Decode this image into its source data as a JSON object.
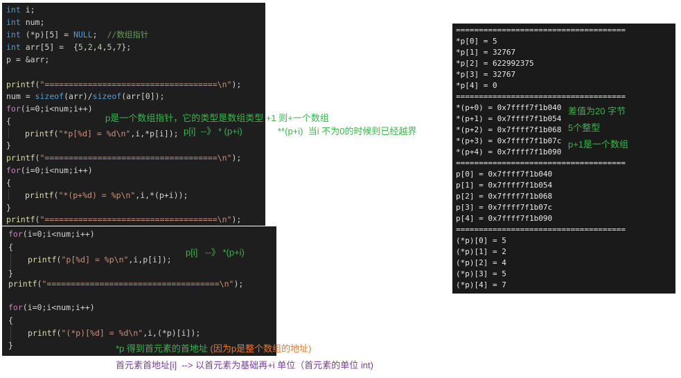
{
  "code_top": {
    "l1": {
      "kw": "int",
      "rest": " i;"
    },
    "l2": {
      "kw": "int",
      "rest": " num;"
    },
    "l3": {
      "kw": "int",
      "a": " (*p)[5] = ",
      "null": "NULL",
      "b": ";  ",
      "cmt": "//数组指针"
    },
    "l4": {
      "kw": "int",
      "a": " arr[5] =  {",
      "n1": "5",
      "c1": ",",
      "n2": "2",
      "c2": ",",
      "n3": "4",
      "c3": ",",
      "n4": "5",
      "c4": ",",
      "n5": "7",
      "b": "};"
    },
    "l5": {
      "text": "p = &arr;"
    },
    "l6": {
      "fn": "printf",
      "a": "(",
      "str": "\"====================================\\n\"",
      "b": ");"
    },
    "l7": {
      "a": "num = ",
      "kw1": "sizeof",
      "b": "(arr)/",
      "kw2": "sizeof",
      "c": "(arr[0]);"
    },
    "l8": {
      "ctl": "for",
      "rest": "(i=0;i<num;i++)"
    },
    "l9": {
      "text": "{"
    },
    "l10": {
      "fn": "printf",
      "a": "(",
      "str": "\"*p[%d] = %d\\n\"",
      "b": ",i,*p[i]);"
    },
    "l11": {
      "text": "}"
    },
    "l12": {
      "fn": "printf",
      "a": "(",
      "str": "\"====================================\\n\"",
      "b": ");"
    },
    "l13": {
      "ctl": "for",
      "rest": "(i=0;i<num;i++)"
    },
    "l14": {
      "text": "{"
    },
    "l15": {
      "fn": "printf",
      "a": "(",
      "str": "\"*(p+%d) = %p\\n\"",
      "b": ",i,*(p+i));"
    },
    "l16": {
      "text": "}"
    },
    "l17": {
      "fn": "printf",
      "a": "(",
      "str": "\"====================================\\n\"",
      "b": ");"
    }
  },
  "code_bottom": {
    "l1": {
      "ctl": "for",
      "rest": "(i=0;i<num;i++)"
    },
    "l2": {
      "text": "{"
    },
    "l3": {
      "fn": "printf",
      "a": "(",
      "str": "\"p[%d] = %p\\n\"",
      "b": ",i,p[i]);"
    },
    "l4": {
      "text": "}"
    },
    "l5": {
      "fn": "printf",
      "a": "(",
      "str": "\"====================================\\n\"",
      "b": ");"
    },
    "l6": {
      "ctl": "for",
      "rest": "(i=0;i<num;i++)"
    },
    "l7": {
      "text": "{"
    },
    "l8": {
      "fn": "printf",
      "a": "(",
      "str": "\"(*p)[%d] = %d\\n\"",
      "b": ",i,(*p)[i]);"
    },
    "l9": {
      "text": "}"
    }
  },
  "terminal": [
    "=====================================",
    "*p[0] = 5",
    "*p[1] = 32767",
    "*p[2] = 622992375",
    "*p[3] = 32767",
    "*p[4] = 0",
    "=====================================",
    "*(p+0) = 0x7ffff7f1b040",
    "*(p+1) = 0x7ffff7f1b054",
    "*(p+2) = 0x7ffff7f1b068",
    "*(p+3) = 0x7ffff7f1b07c",
    "*(p+4) = 0x7ffff7f1b090",
    "=====================================",
    "p[0] = 0x7ffff7f1b040",
    "p[1] = 0x7ffff7f1b054",
    "p[2] = 0x7ffff7f1b068",
    "p[3] = 0x7ffff7f1b07c",
    "p[4] = 0x7ffff7f1b090",
    "=====================================",
    "(*p)[0] = 5",
    "(*p)[1] = 2",
    "(*p)[2] = 4",
    "(*p)[3] = 5",
    "(*p)[4] = 7"
  ],
  "notes": {
    "n1": "p是一个数组指针，它的类型是数组类型 +1 则+一个数组",
    "n2": "p[i]  --》 * (p+i)",
    "n3": "**(p+i)  当i 不为0的时候则已经越界",
    "n4": "差值为20 字节",
    "n5": "5个整型",
    "n6": "p+1是一个数组",
    "n7": "p[i]   --》 *(p+i)",
    "n8a": "*p 得到首元素的首地址 ",
    "n8b": "(因为p是整个数组的地址)",
    "n9": "首元素首地址[i]  --> 以首元素为基础再+i 单位（首元素的单位 int)"
  },
  "colors": {
    "code_bg": "#1e1e1e",
    "keyword": "#569cd6",
    "string": "#ce9178",
    "comment": "#6a9955",
    "number": "#b5cea8",
    "function": "#dcdcaa",
    "control": "#c586c0",
    "note_green": "#3cb44b",
    "note_orange": "#e8772e"
  }
}
